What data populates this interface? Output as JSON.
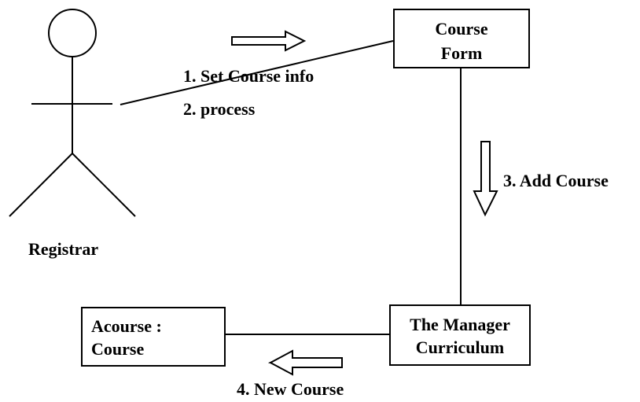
{
  "actor": {
    "name": "Registrar"
  },
  "objects": {
    "course_form": {
      "line1": "Course",
      "line2": "Form"
    },
    "manager": {
      "line1": "The Manager",
      "line2": "Curriculum"
    },
    "acourse": {
      "line1": "Acourse :",
      "line2": "Course"
    }
  },
  "messages": {
    "m1": "1. Set Course info",
    "m2": "2. process",
    "m3": "3. Add Course",
    "m4": "4. New Course"
  },
  "colors": {
    "stroke": "#000000",
    "background": "#ffffff"
  }
}
